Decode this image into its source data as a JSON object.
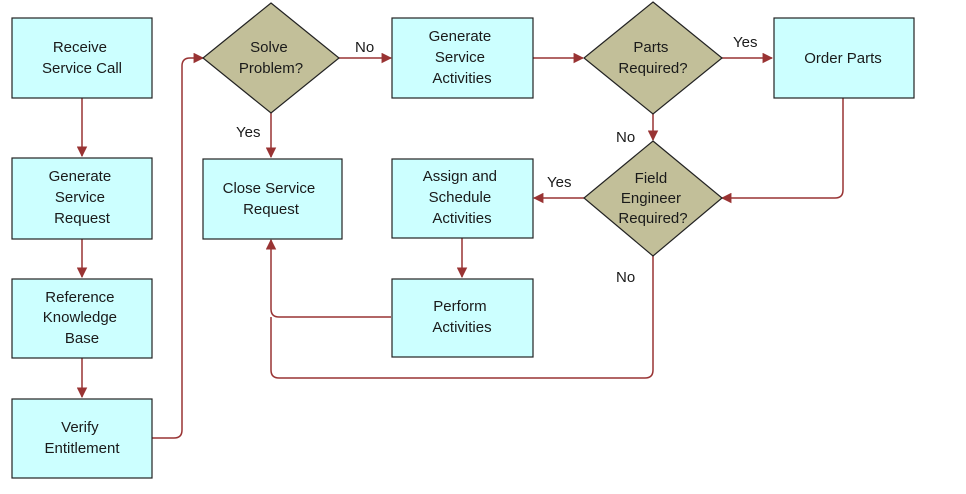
{
  "colors": {
    "process_fill": "#ccffff",
    "decision_fill": "#c2bf99",
    "outline": "#222222",
    "connector": "#993333"
  },
  "nodes": {
    "receive_call": [
      "Receive",
      "Service Call"
    ],
    "generate_request": [
      "Generate",
      "Service",
      "Request"
    ],
    "reference_kb": [
      "Reference",
      "Knowledge",
      "Base"
    ],
    "verify_entitlement": [
      "Verify",
      "Entitlement"
    ],
    "solve_problem": [
      "Solve",
      "Problem?"
    ],
    "close_request": [
      "Close Service",
      "Request"
    ],
    "generate_activities": [
      "Generate",
      "Service",
      "Activities"
    ],
    "parts_required": [
      "Parts",
      "Required?"
    ],
    "order_parts": [
      "Order Parts"
    ],
    "field_engineer": [
      "Field",
      "Engineer",
      "Required?"
    ],
    "assign_schedule": [
      "Assign and",
      "Schedule",
      "Activities"
    ],
    "perform_activities": [
      "Perform",
      "Activities"
    ]
  },
  "edge_labels": {
    "solve_no": "No",
    "solve_yes": "Yes",
    "parts_yes": "Yes",
    "parts_no": "No",
    "engineer_yes": "Yes",
    "engineer_no": "No"
  }
}
